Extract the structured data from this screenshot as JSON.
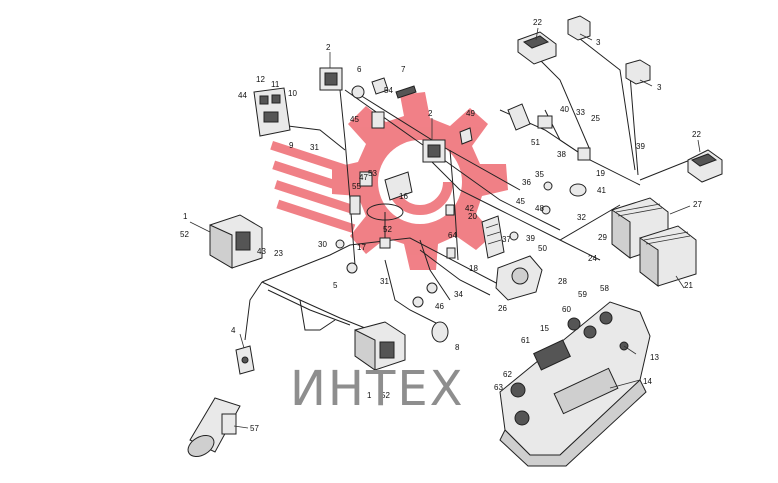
{
  "watermark": {
    "text": "ИНТЕХ",
    "color": "#e8505b"
  },
  "callouts": [
    {
      "id": "c-1a",
      "label": "1"
    },
    {
      "id": "c-52a",
      "label": "52"
    },
    {
      "id": "c-1b",
      "label": "1"
    },
    {
      "id": "c-52b",
      "label": "52"
    },
    {
      "id": "c-2a",
      "label": "2"
    },
    {
      "id": "c-2b",
      "label": "2"
    },
    {
      "id": "c-3a",
      "label": "3"
    },
    {
      "id": "c-3b",
      "label": "3"
    },
    {
      "id": "c-4",
      "label": "4"
    },
    {
      "id": "c-5",
      "label": "5"
    },
    {
      "id": "c-6",
      "label": "6"
    },
    {
      "id": "c-7",
      "label": "7"
    },
    {
      "id": "c-8",
      "label": "8"
    },
    {
      "id": "c-9",
      "label": "9"
    },
    {
      "id": "c-10",
      "label": "10"
    },
    {
      "id": "c-11",
      "label": "11"
    },
    {
      "id": "c-12",
      "label": "12"
    },
    {
      "id": "c-13",
      "label": "13"
    },
    {
      "id": "c-14",
      "label": "14"
    },
    {
      "id": "c-15",
      "label": "15"
    },
    {
      "id": "c-16",
      "label": "16"
    },
    {
      "id": "c-17",
      "label": "17"
    },
    {
      "id": "c-18",
      "label": "18"
    },
    {
      "id": "c-19",
      "label": "19"
    },
    {
      "id": "c-20",
      "label": "20"
    },
    {
      "id": "c-21",
      "label": "21"
    },
    {
      "id": "c-22a",
      "label": "22"
    },
    {
      "id": "c-22b",
      "label": "22"
    },
    {
      "id": "c-23",
      "label": "23"
    },
    {
      "id": "c-24",
      "label": "24"
    },
    {
      "id": "c-25",
      "label": "25"
    },
    {
      "id": "c-26",
      "label": "26"
    },
    {
      "id": "c-27",
      "label": "27"
    },
    {
      "id": "c-28",
      "label": "28"
    },
    {
      "id": "c-29",
      "label": "29"
    },
    {
      "id": "c-30",
      "label": "30"
    },
    {
      "id": "c-31a",
      "label": "31"
    },
    {
      "id": "c-31b",
      "label": "31"
    },
    {
      "id": "c-32",
      "label": "32"
    },
    {
      "id": "c-33",
      "label": "33"
    },
    {
      "id": "c-34",
      "label": "34"
    },
    {
      "id": "c-35",
      "label": "35"
    },
    {
      "id": "c-36",
      "label": "36"
    },
    {
      "id": "c-37",
      "label": "37"
    },
    {
      "id": "c-38",
      "label": "38"
    },
    {
      "id": "c-39a",
      "label": "39"
    },
    {
      "id": "c-39b",
      "label": "39"
    },
    {
      "id": "c-40",
      "label": "40"
    },
    {
      "id": "c-41",
      "label": "41"
    },
    {
      "id": "c-42",
      "label": "42"
    },
    {
      "id": "c-43",
      "label": "43"
    },
    {
      "id": "c-44",
      "label": "44"
    },
    {
      "id": "c-45a",
      "label": "45"
    },
    {
      "id": "c-45b",
      "label": "45"
    },
    {
      "id": "c-46",
      "label": "46"
    },
    {
      "id": "c-47",
      "label": "47"
    },
    {
      "id": "c-48",
      "label": "48"
    },
    {
      "id": "c-49",
      "label": "49"
    },
    {
      "id": "c-50",
      "label": "50"
    },
    {
      "id": "c-51",
      "label": "51"
    },
    {
      "id": "c-52c",
      "label": "52"
    },
    {
      "id": "c-53",
      "label": "53"
    },
    {
      "id": "c-54",
      "label": "54"
    },
    {
      "id": "c-55",
      "label": "55"
    },
    {
      "id": "c-57",
      "label": "57"
    },
    {
      "id": "c-58",
      "label": "58"
    },
    {
      "id": "c-59",
      "label": "59"
    },
    {
      "id": "c-60",
      "label": "60"
    },
    {
      "id": "c-61",
      "label": "61"
    },
    {
      "id": "c-62",
      "label": "62"
    },
    {
      "id": "c-63",
      "label": "63"
    },
    {
      "id": "c-64",
      "label": "64"
    }
  ]
}
